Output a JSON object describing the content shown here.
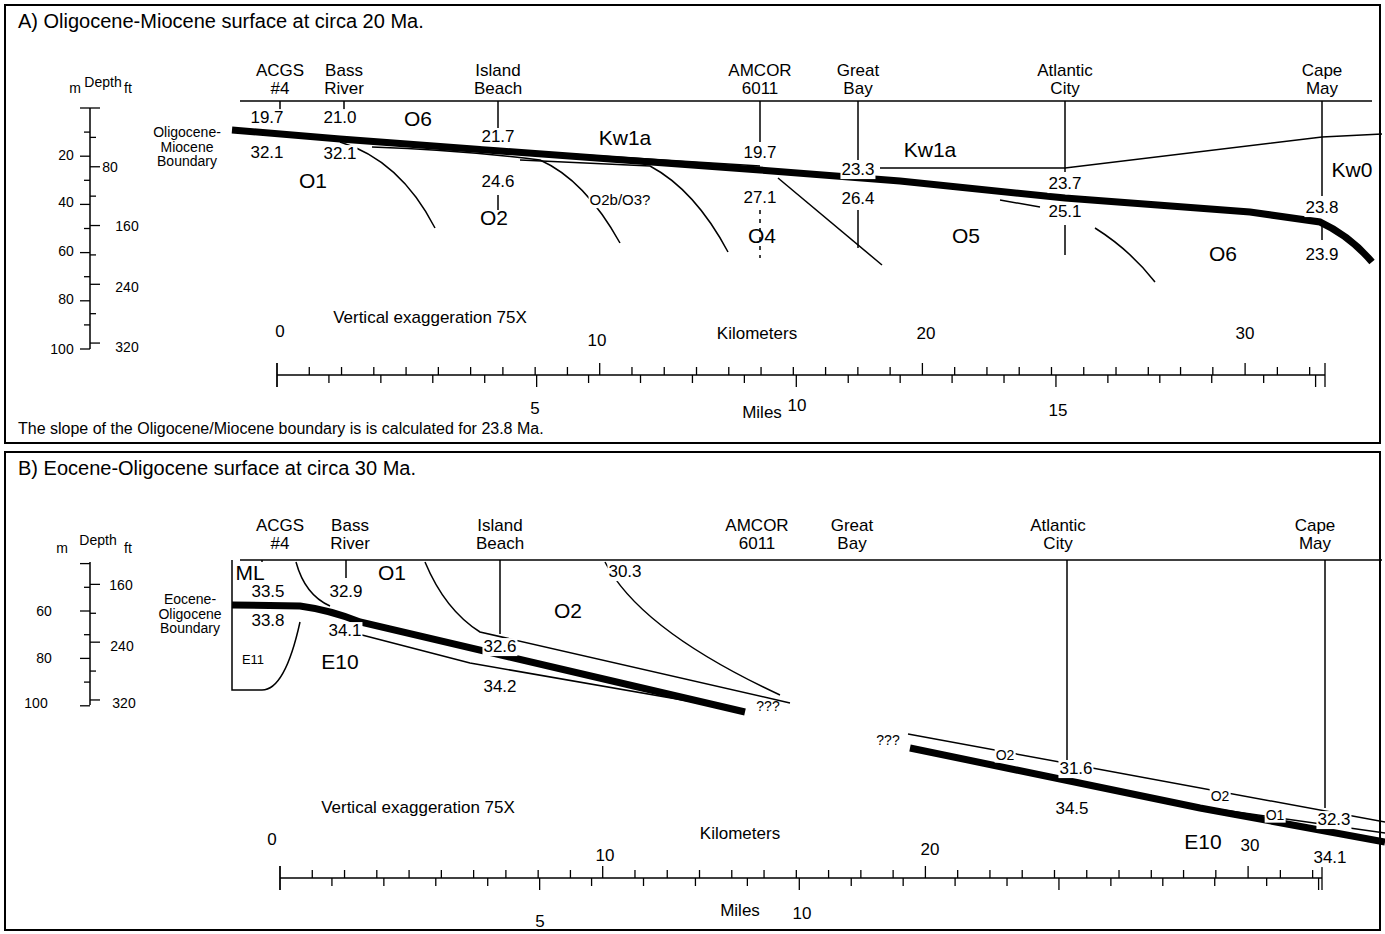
{
  "diagram": {
    "nodes": [
      {
        "text": [
          "A) Oligocene-Miocene surface at circa 20 Ma.",
          "The slope of the Oligocene/Miocene boundary is is calculated for 23.8 Ma."
        ]
      },
      {
        "text": [
          "B) Eocene-Oligocene surface at circa 30 Ma."
        ]
      }
    ],
    "labels": [
      "ACGS #4",
      "Bass River",
      "Island Beach",
      "AMCOR 6011",
      "Great Bay",
      "Atlantic City",
      "Cape May",
      "m",
      "Depth",
      "ft",
      "20",
      "80",
      "40",
      "160",
      "60",
      "240",
      "80",
      "100",
      "320",
      "Oligocene- Miocene Boundary",
      "19.7",
      "32.1",
      "21.0",
      "32.1",
      "O6",
      "21.7",
      "Kw1a",
      "O1",
      "24.6",
      "O2",
      "O2b/O3?",
      "19.7",
      "27.1",
      "O4",
      "23.3",
      "26.4",
      "Kw1a",
      "O5",
      "23.7",
      "25.1",
      "Kw0",
      "23.8",
      "O6",
      "23.9",
      "Vertical exaggeration 75X",
      "0",
      "10",
      "Kilometers",
      "20",
      "30",
      "5",
      "Miles",
      "10",
      "15",
      "ACGS #4",
      "Bass River",
      "Island Beach",
      "AMCOR 6011",
      "Great Bay",
      "Atlantic City",
      "Cape May",
      "m",
      "Depth",
      "ft",
      "160",
      "60",
      "240",
      "80",
      "100",
      "320",
      "Eocene- Oligocene Boundary",
      "ML",
      "33.5",
      "32.9",
      "O1",
      "33.8",
      "34.1",
      "E11",
      "E10",
      "32.6",
      "O2",
      "30.3",
      "34.2",
      "???",
      "???",
      "O2",
      "31.6",
      "34.5",
      "O2",
      "O1",
      "32.3",
      "E10",
      "30",
      "34.1",
      "Vertical exaggeration 75X",
      "0",
      "10",
      "Kilometers",
      "20",
      "Miles",
      "10",
      "5"
    ]
  }
}
